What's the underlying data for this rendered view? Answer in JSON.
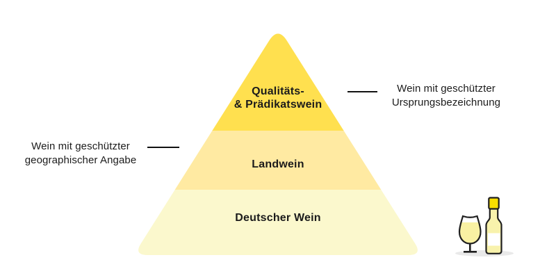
{
  "pyramid": {
    "tiers": [
      {
        "id": "qualitaets-praedikatswein",
        "label": "Qualitäts-\n& Prädikatswein",
        "color": "#FFE04F"
      },
      {
        "id": "landwein",
        "label": "Landwein",
        "color": "#FFEAA2"
      },
      {
        "id": "deutscher-wein",
        "label": "Deutscher Wein",
        "color": "#FBF8CD"
      }
    ]
  },
  "annotations": {
    "right": {
      "text": "Wein mit geschützter\nUrsprungsbezeichnung"
    },
    "left": {
      "text": "Wein mit geschützter\ngeographischer Angabe"
    }
  },
  "icons": {
    "wine": "wine-glass-and-bottle-icon"
  },
  "colors": {
    "background": "#ffffff",
    "text": "#1b1b1b",
    "leader_line": "#111111",
    "outline": "#1f1f1f",
    "glass_empty": "#ffffff",
    "wine_fill": "#F9F1A3",
    "bottle_fill": "#F8F2AC",
    "bottle_cap": "#F9DE00",
    "label_white": "#ffffff",
    "shadow": "#E9E9E9"
  }
}
